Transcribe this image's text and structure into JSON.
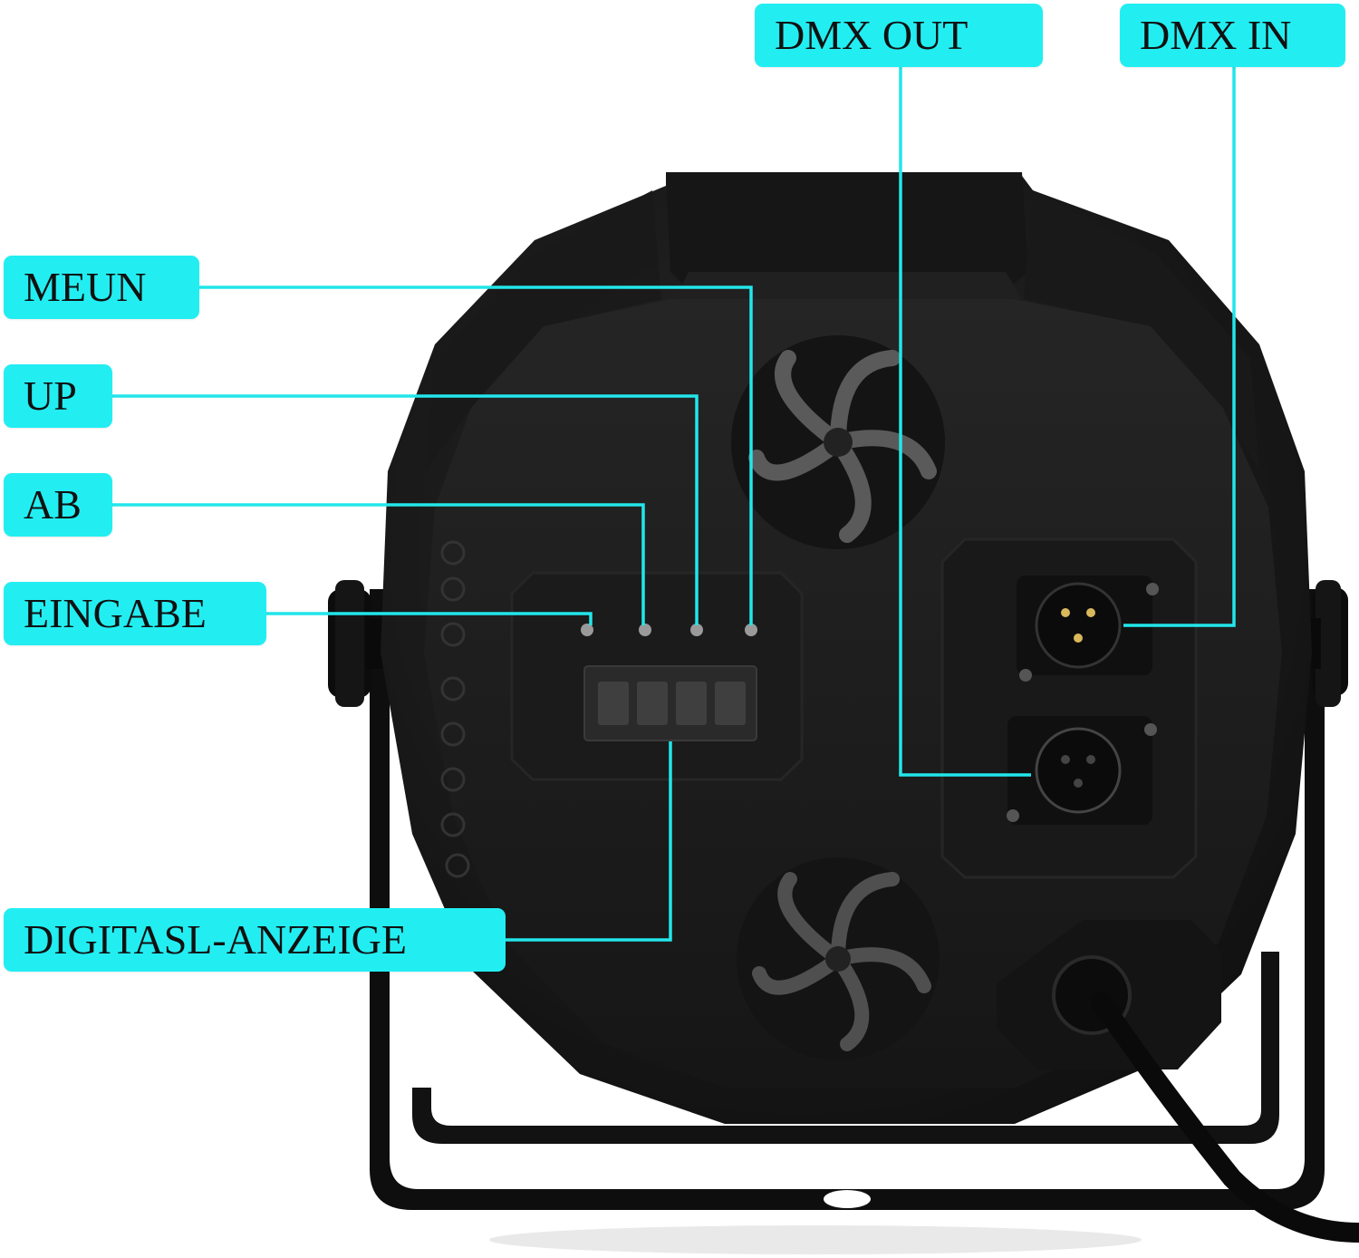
{
  "labels": {
    "dmx_out": "DMX OUT",
    "dmx_in": "DMX IN",
    "meun": "MEUN",
    "up": "UP",
    "ab": "AB",
    "eingabe": "EINGABE",
    "digital": "DIGITASL-ANZEIGE"
  },
  "colors": {
    "callout": "#22eef2",
    "leader": "#22e6ea",
    "housing": "#1c1c1c",
    "bracket": "#101010"
  }
}
